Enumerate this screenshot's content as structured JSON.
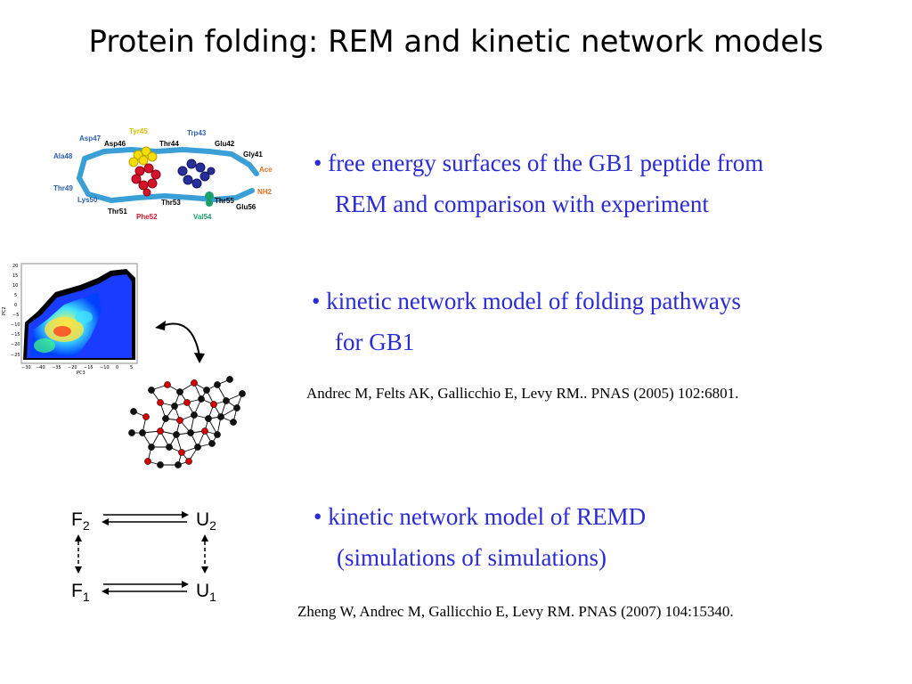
{
  "slide": {
    "title": "Protein folding: REM and kinetic network models",
    "bullets": [
      {
        "line1": "• free energy surfaces of the GB1 peptide from",
        "line2": "REM and comparison with experiment"
      },
      {
        "line1": "•  kinetic network model of folding pathways",
        "line2": "for GB1"
      },
      {
        "line1": "•  kinetic network model of REMD",
        "line2": "(simulations of simulations)"
      }
    ],
    "references": [
      "Andrec M, Felts AK, Gallicchio E, Levy RM.. PNAS (2005) 102:6801.",
      "Zheng W, Andrec M, Gallicchio E, Levy RM. PNAS (2007) 104:15340."
    ],
    "protein_labels": {
      "tyr45": "Tyr45",
      "trp43": "Trp43",
      "asp47": "Asp47",
      "asp46": "Asp46",
      "thr44": "Thr44",
      "glu42": "Glu42",
      "gly41": "Gly41",
      "ala48": "Ala48",
      "ace": "Ace",
      "thr49": "Thr49",
      "nh2": "NH2",
      "lys50": "Lys50",
      "thr53": "Thr53",
      "thr55": "Thr55",
      "glu56": "Glu56",
      "thr51": "Thr51",
      "phe52": "Phe52",
      "val54": "Val54"
    },
    "plot_axes": {
      "ylabel": "PC2",
      "xlabel": "PC3",
      "yticks": [
        "20",
        "15",
        "10",
        "5",
        "0",
        "−5",
        "−10",
        "−15",
        "−20",
        "−25"
      ],
      "xticks": [
        "−30",
        "−40",
        "−35",
        "−20",
        "−15",
        "−10",
        "0",
        "5"
      ]
    },
    "scheme": {
      "F": "F",
      "U": "U",
      "sub2": "2",
      "sub1": "1"
    },
    "colors": {
      "bullet_text": "#2b2bd6",
      "red_node": "#d40000",
      "black_node": "#111111"
    }
  }
}
